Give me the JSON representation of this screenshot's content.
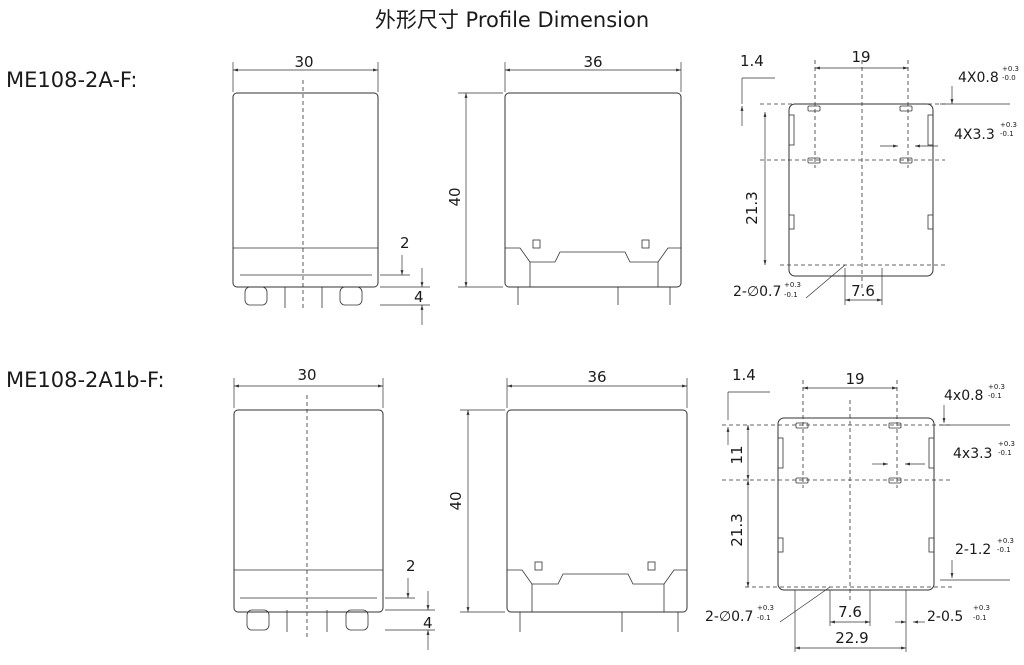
{
  "title": "外形尺寸 Profile Dimension",
  "models": [
    {
      "name": "ME108-2A-F:",
      "front": {
        "width": "30",
        "d2": "2",
        "d4": "4"
      },
      "side": {
        "width": "36",
        "height": "40"
      },
      "pcb": {
        "d1": "1.4",
        "d19": "19",
        "d213": "21.3",
        "d76": "7.6",
        "pin08": "4X0.8",
        "pin08_tol_up": "+0.3",
        "pin08_tol_dn": "-0.0",
        "pin33": "4X3.3",
        "pin33_tol_up": "+0.3",
        "pin33_tol_dn": "-0.1",
        "hole": "2-∅0.7",
        "hole_tol_up": "+0.3",
        "hole_tol_dn": "-0.1"
      }
    },
    {
      "name": "ME108-2A1b-F:",
      "front": {
        "width": "30",
        "d2": "2",
        "d4": "4"
      },
      "side": {
        "width": "36",
        "height": "40"
      },
      "pcb": {
        "d1": "1.4",
        "d19": "19",
        "d11": "11",
        "d213": "21.3",
        "d76": "7.6",
        "d229": "22.9",
        "pin08": "4x0.8",
        "pin08_tol_up": "+0.3",
        "pin08_tol_dn": "-0.1",
        "pin33": "4x3.3",
        "pin33_tol_up": "+0.3",
        "pin33_tol_dn": "-0.1",
        "pin12": "2-1.2",
        "pin12_tol_up": "+0.3",
        "pin12_tol_dn": "-0.1",
        "pin05": "2-0.5",
        "pin05_tol_up": "+0.3",
        "pin05_tol_dn": "-0.1",
        "hole": "2-∅0.7",
        "hole_tol_up": "+0.3",
        "hole_tol_dn": "-0.1"
      }
    }
  ]
}
